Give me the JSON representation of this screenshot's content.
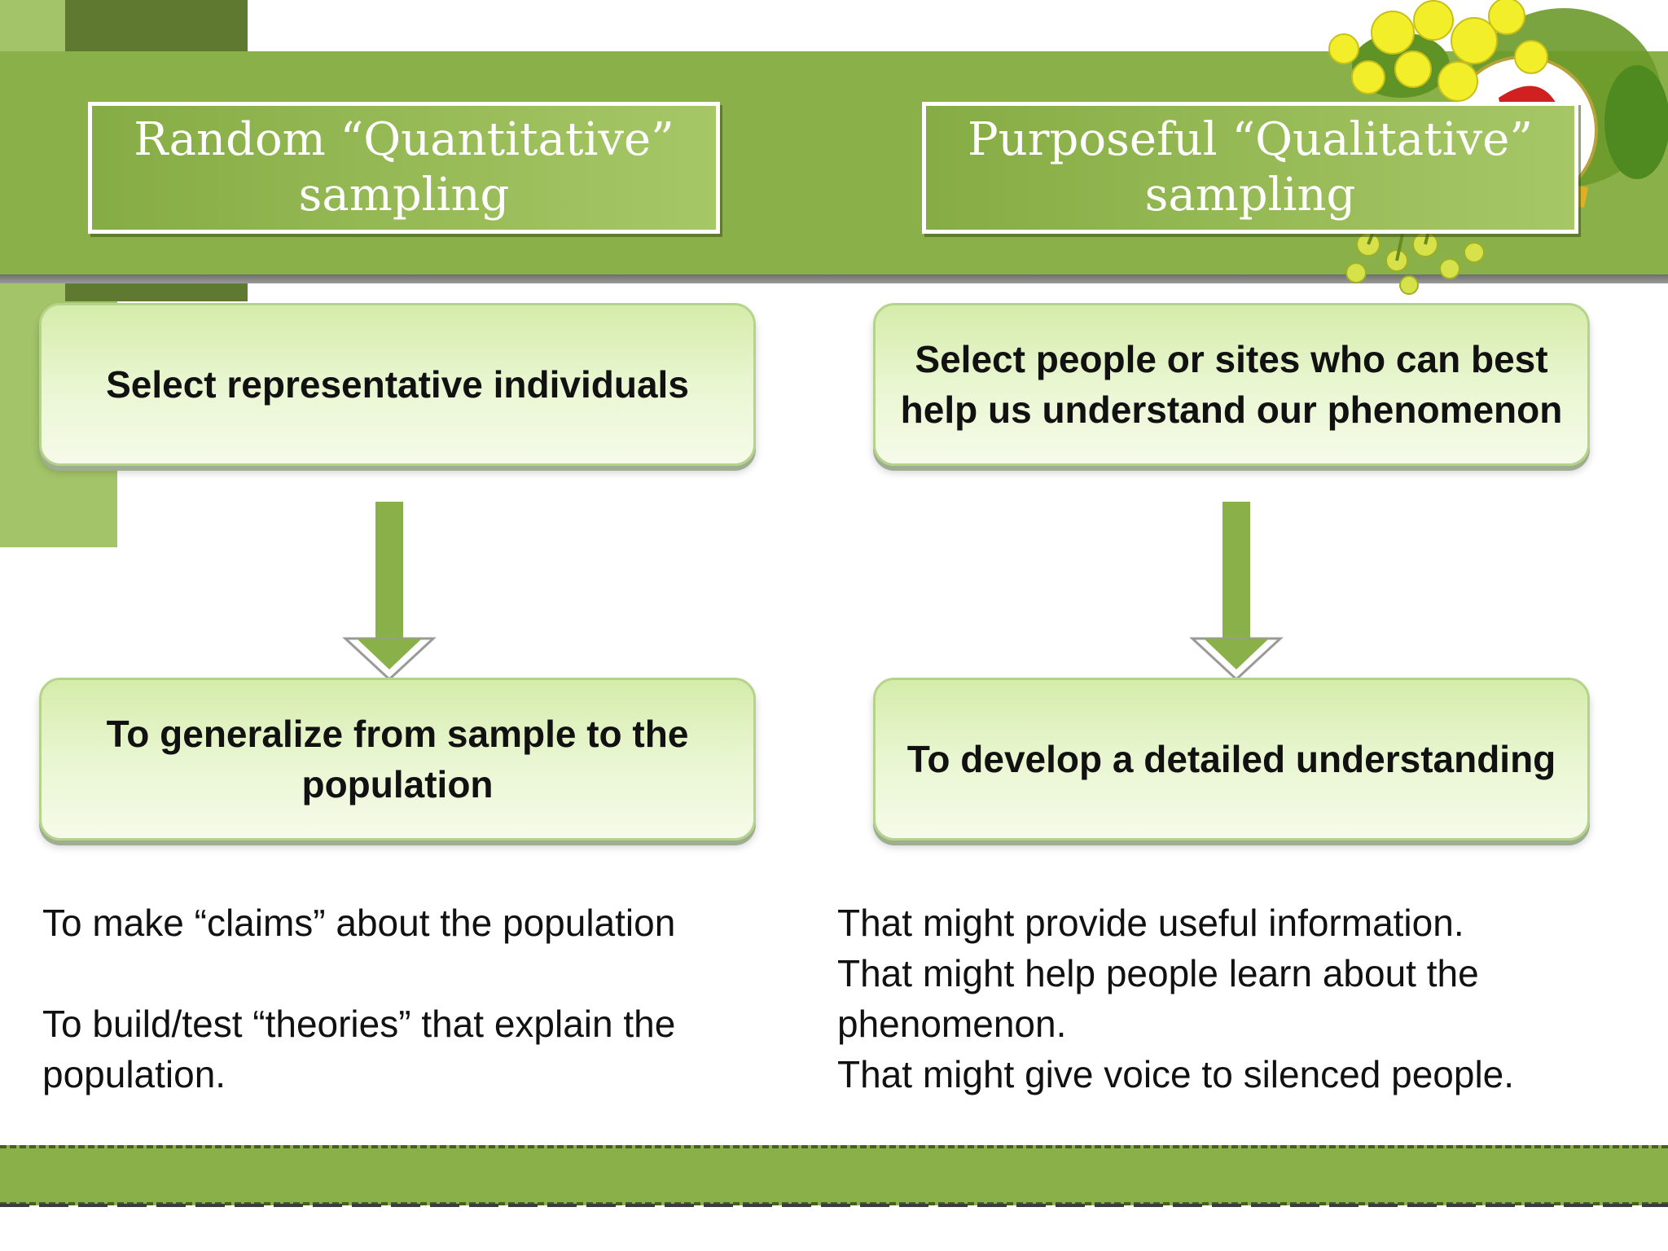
{
  "header": {
    "left_title": "Random “Quantitative”\nsampling",
    "right_title": "Purposeful “Qualitative”\nsampling"
  },
  "boxes": {
    "top_left": "Select representative individuals",
    "top_right": "Select people or sites who can best\nhelp us understand our phenomenon",
    "bottom_left": "To generalize from sample to the\npopulation",
    "bottom_right": "To develop a detailed understanding"
  },
  "notes_left": {
    "line1": "To make “claims” about the population",
    "line2": "",
    "line3": "To build/test “theories” that explain the",
    "line4": "population."
  },
  "notes_right": {
    "line1": "That might provide useful information.",
    "line2": "That might help people learn about the",
    "line3": "phenomenon.",
    "line4": "That might give voice to silenced people."
  },
  "colors": {
    "header_green": "#8ab04a",
    "box_fill": "#e9f6d1",
    "arrow_green": "#8ab04a",
    "deco_dark": "#5f7a30",
    "deco_light": "#a4c46a"
  },
  "icons": {
    "logo": "flower-logo-icon",
    "arrow": "arrow-down-icon"
  }
}
